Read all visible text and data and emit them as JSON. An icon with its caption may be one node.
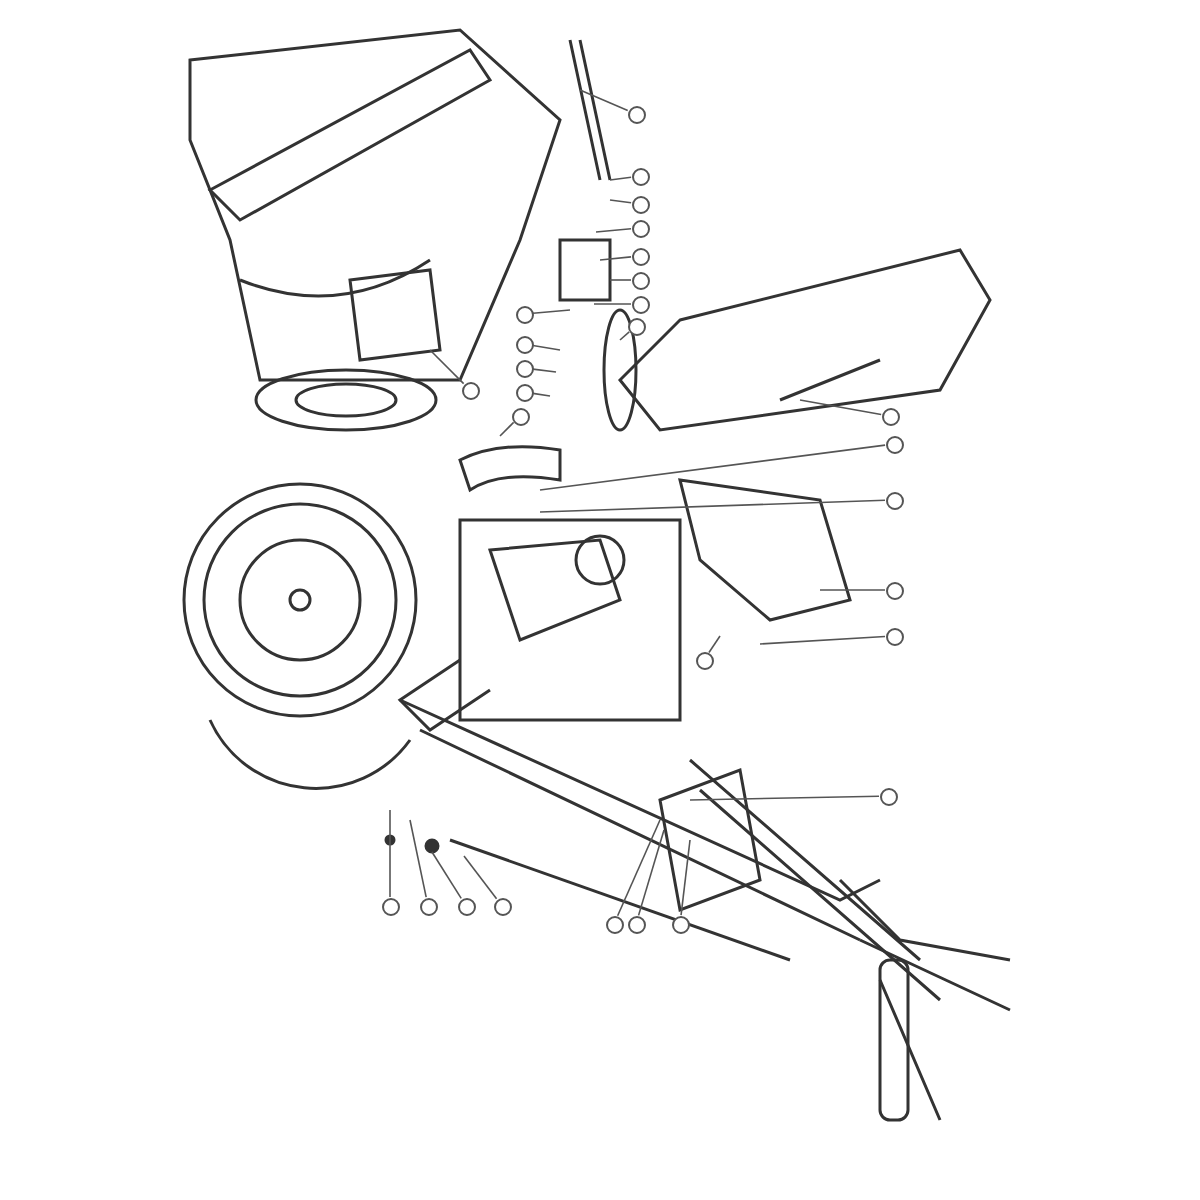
{
  "diagram": {
    "nodes": [
      {
        "text": [],
        "shape": "circle"
      },
      {
        "text": [],
        "shape": "circle"
      },
      {
        "text": [],
        "shape": "circle"
      },
      {
        "text": [],
        "shape": "circle"
      },
      {
        "text": [],
        "shape": "circle"
      },
      {
        "text": [],
        "shape": "circle"
      },
      {
        "text": [],
        "shape": "circle"
      },
      {
        "text": [],
        "shape": "circle"
      },
      {
        "text": [],
        "shape": "circle"
      },
      {
        "text": [],
        "shape": "circle"
      },
      {
        "text": [],
        "shape": "circle"
      },
      {
        "text": [],
        "shape": "circle"
      },
      {
        "text": [],
        "shape": "circle"
      },
      {
        "text": [],
        "shape": "circle"
      },
      {
        "text": [],
        "shape": "circle"
      },
      {
        "text": [],
        "shape": "circle"
      },
      {
        "text": [],
        "shape": "circle"
      },
      {
        "text": [],
        "shape": "circle"
      },
      {
        "text": [],
        "shape": "circle"
      },
      {
        "text": [],
        "shape": "circle"
      },
      {
        "text": [],
        "shape": "circle"
      },
      {
        "text": [],
        "shape": "circle"
      },
      {
        "text": [],
        "shape": "circle"
      },
      {
        "text": [],
        "shape": "circle"
      },
      {
        "text": [],
        "shape": "circle"
      },
      {
        "text": [],
        "shape": "circle"
      },
      {
        "text": [],
        "shape": "circle"
      },
      {
        "text": [],
        "shape": "circle"
      }
    ],
    "edges": [
      {
        "from": 0,
        "to": null,
        "arrow": "none"
      },
      {
        "from": 1,
        "to": null,
        "arrow": "none"
      },
      {
        "from": 2,
        "to": null,
        "arrow": "none"
      },
      {
        "from": 3,
        "to": null,
        "arrow": "none"
      },
      {
        "from": 4,
        "to": null,
        "arrow": "none"
      },
      {
        "from": 5,
        "to": null,
        "arrow": "none"
      },
      {
        "from": 6,
        "to": null,
        "arrow": "none"
      },
      {
        "from": 7,
        "to": null,
        "arrow": "none"
      },
      {
        "from": 8,
        "to": null,
        "arrow": "none"
      },
      {
        "from": 9,
        "to": null,
        "arrow": "none"
      },
      {
        "from": 10,
        "to": null,
        "arrow": "none"
      },
      {
        "from": 11,
        "to": null,
        "arrow": "none"
      },
      {
        "from": 12,
        "to": null,
        "arrow": "none"
      },
      {
        "from": 13,
        "to": null,
        "arrow": "none"
      },
      {
        "from": 14,
        "to": null,
        "arrow": "none"
      },
      {
        "from": 15,
        "to": null,
        "arrow": "none"
      },
      {
        "from": 16,
        "to": null,
        "arrow": "none"
      },
      {
        "from": 17,
        "to": null,
        "arrow": "none"
      },
      {
        "from": 18,
        "to": null,
        "arrow": "none"
      },
      {
        "from": 19,
        "to": null,
        "arrow": "none"
      },
      {
        "from": 20,
        "to": null,
        "arrow": "none"
      },
      {
        "from": 21,
        "to": null,
        "arrow": "none"
      },
      {
        "from": 22,
        "to": null,
        "arrow": "none"
      },
      {
        "from": 23,
        "to": null,
        "arrow": "none"
      },
      {
        "from": 24,
        "to": null,
        "arrow": "none"
      },
      {
        "from": 25,
        "to": null,
        "arrow": "none"
      },
      {
        "from": 26,
        "to": null,
        "arrow": "none"
      },
      {
        "from": 27,
        "to": null,
        "arrow": "none"
      }
    ]
  }
}
